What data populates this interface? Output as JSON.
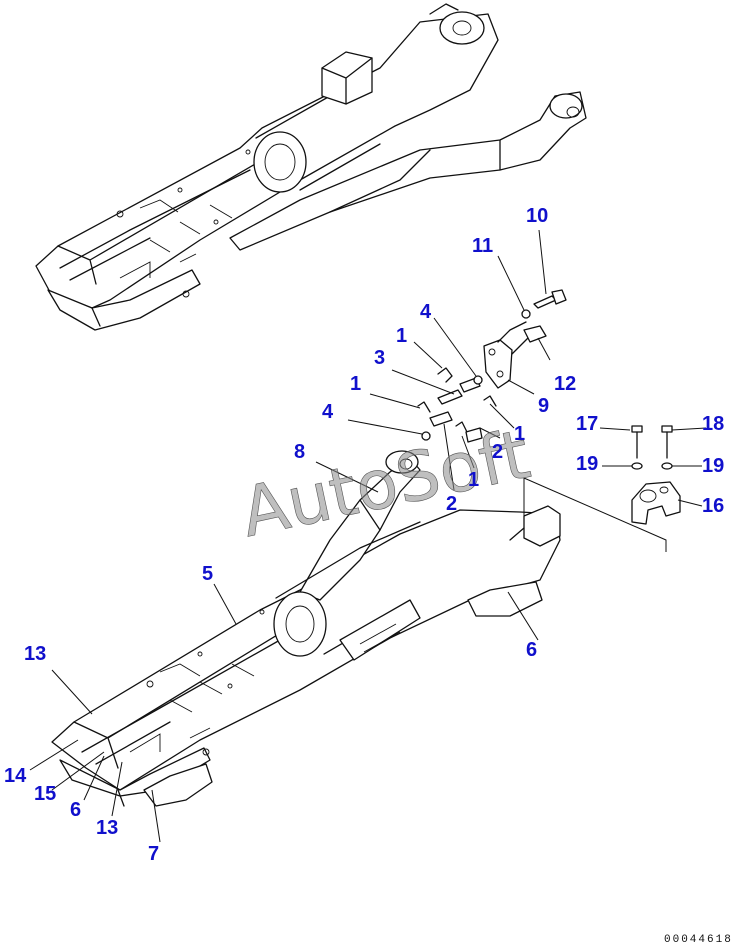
{
  "colors": {
    "callout": "#1010cc",
    "line": "#111111",
    "watermark": "#8a8a8a",
    "background": "#ffffff"
  },
  "watermark": "AutoSoft",
  "document_number": "00044618",
  "callouts": {
    "c1a": "1",
    "c1b": "1",
    "c1c": "1",
    "c1d": "1",
    "c2a": "2",
    "c2b": "2",
    "c3": "3",
    "c4a": "4",
    "c4b": "4",
    "c5": "5",
    "c6a": "6",
    "c6b": "6",
    "c7": "7",
    "c8": "8",
    "c9": "9",
    "c10": "10",
    "c11": "11",
    "c12": "12",
    "c13a": "13",
    "c13b": "13",
    "c14": "14",
    "c15": "15",
    "c16": "16",
    "c17": "17",
    "c18": "18",
    "c19a": "19",
    "c19b": "19"
  }
}
